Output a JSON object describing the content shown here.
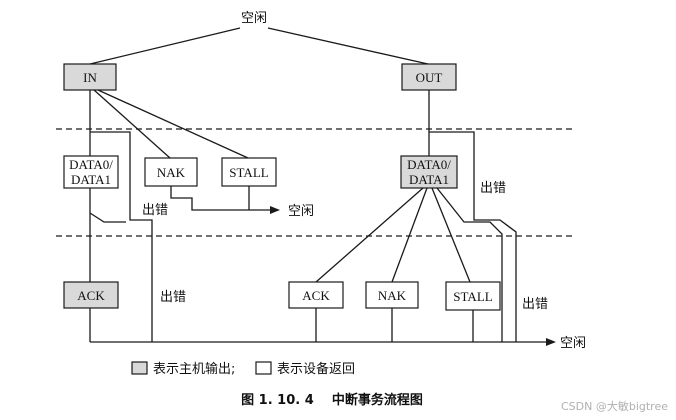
{
  "top_label": "空闲",
  "nodes": {
    "in": "IN",
    "out": "OUT",
    "in_data_line1": "DATA0/",
    "in_data_line2": "DATA1",
    "in_nak": "NAK",
    "in_stall": "STALL",
    "in_ack": "ACK",
    "out_data_line1": "DATA0/",
    "out_data_line2": "DATA1",
    "out_ack": "ACK",
    "out_nak": "NAK",
    "out_stall": "STALL"
  },
  "labels": {
    "idle_mid": "空闲",
    "idle_bottom": "空闲",
    "error_1": "出错",
    "error_2": "出错",
    "error_3": "出错",
    "error_4": "出错"
  },
  "legend": {
    "host_output": "表示主机输出;",
    "device_return": "表示设备返回"
  },
  "caption": "图 1. 10. 4    中断事务流程图",
  "watermark": "CSDN @大敏bigtree"
}
